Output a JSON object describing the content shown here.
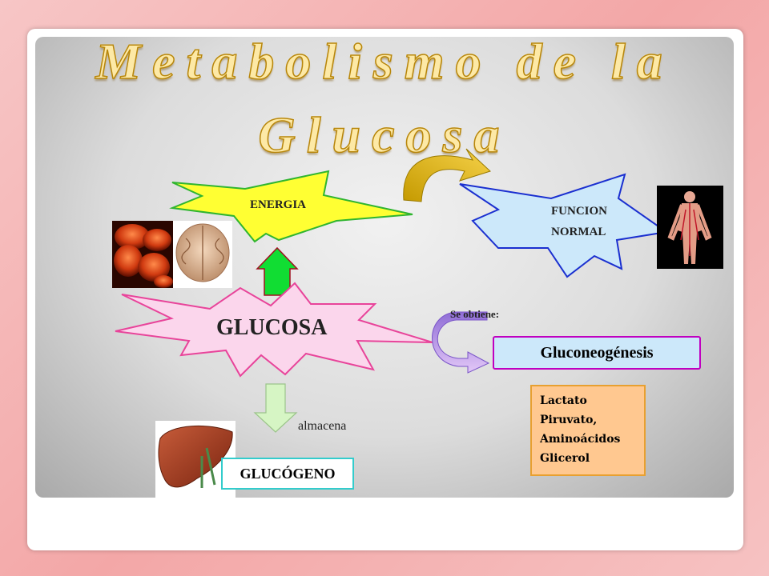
{
  "title": {
    "line1": "Metabolismo de la",
    "line2": "Glucosa"
  },
  "nodes": {
    "energia": "ENERGIA",
    "funcion_normal_1": "FUNCION",
    "funcion_normal_2": "NORMAL",
    "glucosa": "GLUCOSA",
    "se_obtiene": "Se obtiene:",
    "gluconeogenesis": "Gluconeogénesis",
    "almacena": "almacena",
    "glucogeno": "GLUCÓGENO",
    "precursors": [
      "Lactato",
      "Piruvato,",
      "Aminoácidos",
      "Glicerol"
    ]
  },
  "colors": {
    "energia_fill": "#ffff33",
    "energia_stroke": "#2fb52f",
    "funcion_fill": "#cce8fa",
    "funcion_stroke": "#1a2fd0",
    "glucosa_fill": "#fbd6ec",
    "glucosa_stroke": "#e8449a",
    "up_arrow": "#11dd33",
    "down_arrow": "#d6f5c4",
    "curved_arrow": "#d6a800",
    "gluconeo_stroke": "#c000c0",
    "precursor_fill": "#ffc890",
    "precursor_stroke": "#e8a030",
    "glucogeno_stroke": "#3cc",
    "side_arrow": "#b78be0"
  },
  "images": [
    "red-blood-cells",
    "brain",
    "human-circulatory-system",
    "liver"
  ]
}
